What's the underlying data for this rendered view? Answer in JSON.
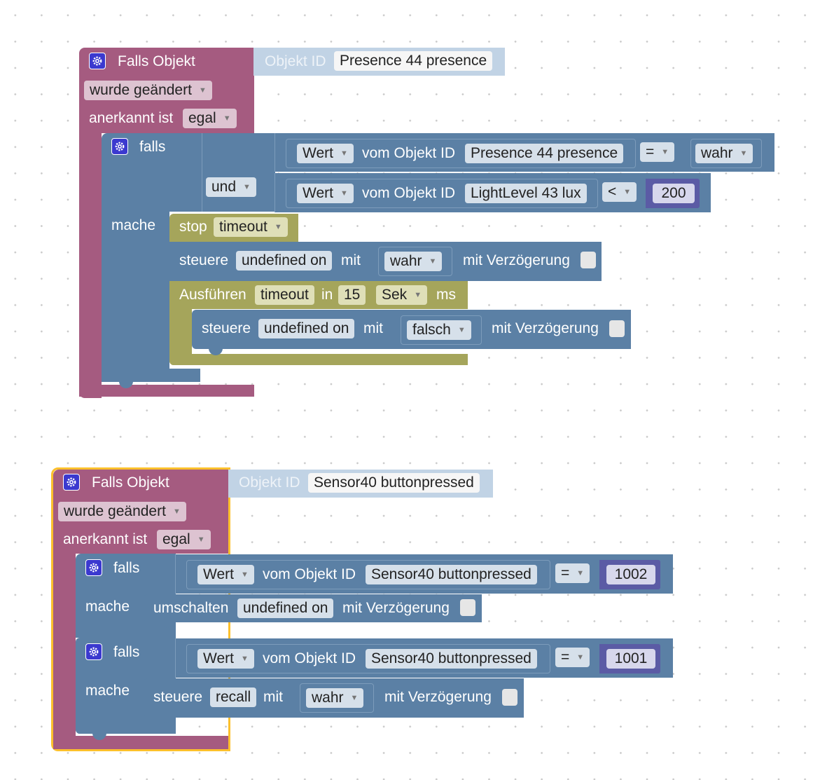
{
  "colors": {
    "trigger_block": "#a55b80",
    "logic_block": "#5b80a5",
    "timeout_block": "#a5a55b",
    "object_id_block": "#c1d3e5",
    "number_block": "#5b5ba5",
    "selection_outline": "#fcc02c"
  },
  "icons": {
    "gear": "gear-icon",
    "dropdown": "caret-down-icon"
  },
  "block1": {
    "title": "Falls Objekt",
    "objid_label": "Objekt ID",
    "objid_value": "Presence 44 presence",
    "event": "wurde geändert",
    "ack_label": "anerkannt ist",
    "ack_value": "egal",
    "if_label": "falls",
    "do_label": "mache",
    "and_label": "und",
    "cond1": {
      "wert": "Wert",
      "from": "vom Objekt ID",
      "object": "Presence 44 presence",
      "op": "=",
      "value": "wahr"
    },
    "cond2": {
      "wert": "Wert",
      "from": "vom Objekt ID",
      "object": "LightLevel 43 lux",
      "op": "<",
      "value": "200"
    },
    "stop": {
      "label": "stop",
      "name": "timeout"
    },
    "control1": {
      "label": "steuere",
      "target": "undefined on",
      "with": "mit",
      "value": "wahr",
      "delay": "mit Verzögerung"
    },
    "exec": {
      "label": "Ausführen",
      "name": "timeout",
      "in": "in",
      "value": "15",
      "unit": "Sek",
      "suffix": "ms"
    },
    "control2": {
      "label": "steuere",
      "target": "undefined on",
      "with": "mit",
      "value": "falsch",
      "delay": "mit Verzögerung"
    }
  },
  "block2": {
    "title": "Falls Objekt",
    "objid_label": "Objekt ID",
    "objid_value": "Sensor40 buttonpressed",
    "event": "wurde geändert",
    "ack_label": "anerkannt ist",
    "ack_value": "egal",
    "if1": {
      "if_label": "falls",
      "do_label": "mache",
      "wert": "Wert",
      "from": "vom Objekt ID",
      "object": "Sensor40 buttonpressed",
      "op": "=",
      "value": "1002",
      "action": {
        "label": "umschalten",
        "target": "undefined on",
        "delay": "mit Verzögerung"
      }
    },
    "if2": {
      "if_label": "falls",
      "do_label": "mache",
      "wert": "Wert",
      "from": "vom Objekt ID",
      "object": "Sensor40 buttonpressed",
      "op": "=",
      "value": "1001",
      "action": {
        "label": "steuere",
        "target": "recall",
        "with": "mit",
        "value": "wahr",
        "delay": "mit Verzögerung"
      }
    }
  }
}
